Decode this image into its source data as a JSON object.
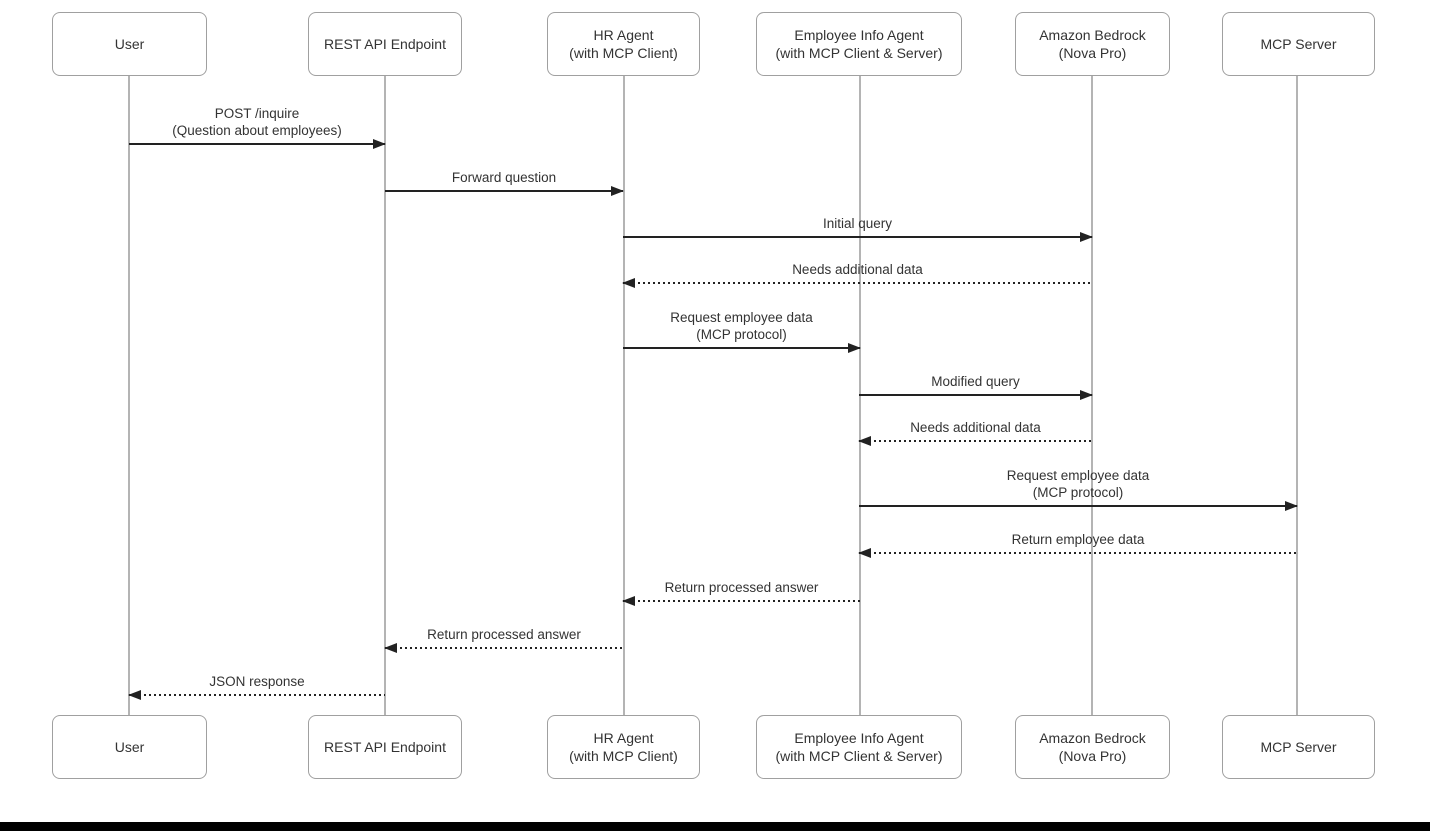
{
  "diagram": {
    "type": "sequence-diagram",
    "participants": [
      {
        "label": "User"
      },
      {
        "label": "REST API Endpoint"
      },
      {
        "label": "HR Agent",
        "label2": "(with MCP Client)"
      },
      {
        "label": "Employee Info Agent",
        "label2": "(with MCP Client & Server)"
      },
      {
        "label": "Amazon Bedrock",
        "label2": "(Nova Pro)"
      },
      {
        "label": "MCP Server"
      }
    ],
    "messages": [
      {
        "from": "User",
        "to": "REST API Endpoint",
        "line": "solid",
        "direction": "right",
        "label": "POST /inquire",
        "label2": "(Question about employees)"
      },
      {
        "from": "REST API Endpoint",
        "to": "HR Agent",
        "line": "solid",
        "direction": "right",
        "label": "Forward question"
      },
      {
        "from": "HR Agent",
        "to": "Amazon Bedrock",
        "line": "solid",
        "direction": "right",
        "label": "Initial query"
      },
      {
        "from": "Amazon Bedrock",
        "to": "HR Agent",
        "line": "dotted",
        "direction": "left",
        "label": "Needs additional data"
      },
      {
        "from": "HR Agent",
        "to": "Employee Info Agent",
        "line": "solid",
        "direction": "right",
        "label": "Request employee data",
        "label2": "(MCP protocol)"
      },
      {
        "from": "Employee Info Agent",
        "to": "Amazon Bedrock",
        "line": "solid",
        "direction": "right",
        "label": "Modified query"
      },
      {
        "from": "Amazon Bedrock",
        "to": "Employee Info Agent",
        "line": "dotted",
        "direction": "left",
        "label": "Needs additional data"
      },
      {
        "from": "Employee Info Agent",
        "to": "MCP Server",
        "line": "solid",
        "direction": "right",
        "label": "Request employee data",
        "label2": "(MCP protocol)"
      },
      {
        "from": "MCP Server",
        "to": "Employee Info Agent",
        "line": "dotted",
        "direction": "left",
        "label": "Return employee data"
      },
      {
        "from": "Employee Info Agent",
        "to": "HR Agent",
        "line": "dotted",
        "direction": "left",
        "label": "Return processed answer"
      },
      {
        "from": "HR Agent",
        "to": "REST API Endpoint",
        "line": "dotted",
        "direction": "left",
        "label": "Return processed answer"
      },
      {
        "from": "REST API Endpoint",
        "to": "User",
        "line": "dotted",
        "direction": "left",
        "label": "JSON response"
      }
    ],
    "colors": {
      "text": "#333333",
      "box_border": "#a0a0a0",
      "lifeline": "#b4b4b4",
      "arrow": "#222222",
      "bottom_bar": "#000000",
      "background": "#ffffff"
    }
  }
}
